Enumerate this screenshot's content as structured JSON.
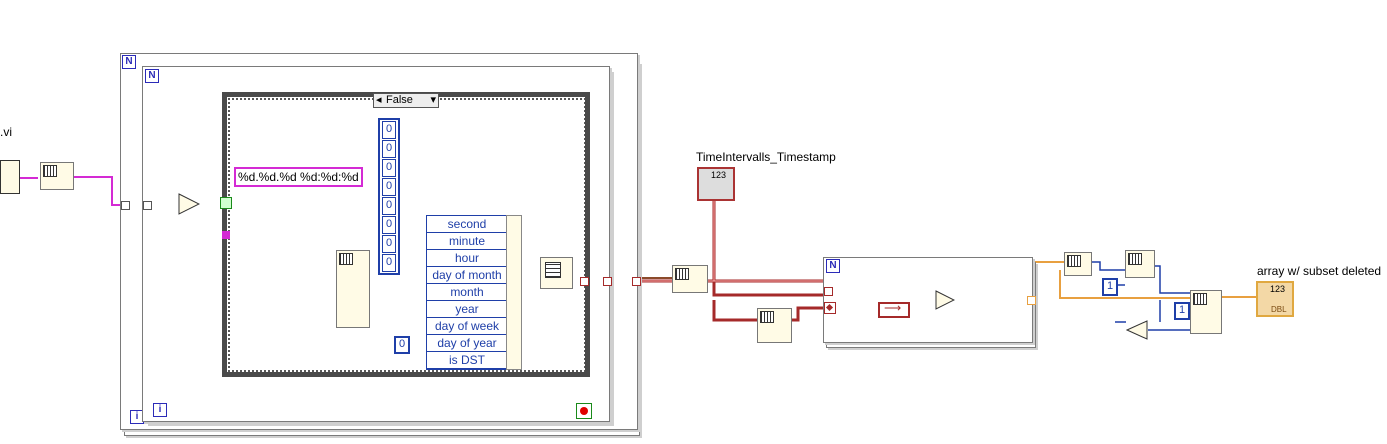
{
  "left_vi_label": ".vi",
  "outer_loop_tag": "N",
  "inner_loop_tag": "N",
  "loop_index_tag": "i",
  "case_selector": "False",
  "format_string": "%d.%d.%d %d:%d:%d",
  "array_constant": [
    "0",
    "0",
    "0",
    "0",
    "0",
    "0",
    "0",
    "0"
  ],
  "time_cluster": [
    "second",
    "minute",
    "hour",
    "day of month",
    "month",
    "year",
    "day of week",
    "day of year",
    "is DST"
  ],
  "dst_constant": "0",
  "indicator_top_label": "TimeIntervalls_Timestamp",
  "indicator_top_text": "123",
  "right_loop_tag": "N",
  "const_one_a": "1",
  "const_one_b": "1",
  "indicator_right_label": "array w/ subset deleted",
  "indicator_right_text": "123",
  "indicator_right_type": "DBL",
  "colors": {
    "wire_pink": "#d42ad4",
    "wire_red": "#a52a2a",
    "wire_orange": "#e8a040",
    "wire_blue": "#1f3fa8",
    "wire_green": "#1a8a1a"
  }
}
